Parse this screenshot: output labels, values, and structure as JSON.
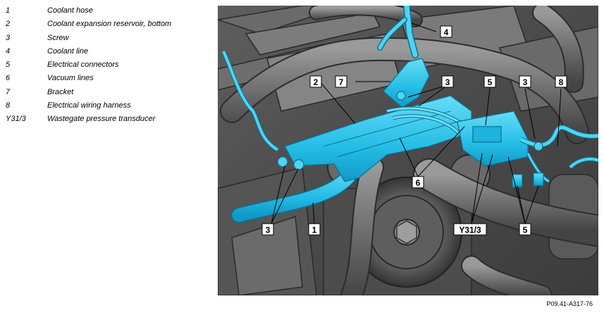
{
  "legend": [
    {
      "num": "1",
      "text": "Coolant hose"
    },
    {
      "num": "2",
      "text": "Coolant expansion reservoir, bottom"
    },
    {
      "num": "3",
      "text": "Screw"
    },
    {
      "num": "4",
      "text": "Coolant line"
    },
    {
      "num": "5",
      "text": "Electrical connectors"
    },
    {
      "num": "6",
      "text": "Vacuum lines"
    },
    {
      "num": "7",
      "text": "Bracket"
    },
    {
      "num": "8",
      "text": "Electrical wiring harness"
    },
    {
      "num": "Y31/3",
      "text": "Wastegate pressure transducer"
    }
  ],
  "callouts": {
    "c1": "1",
    "c2": "2",
    "c3a": "3",
    "c3b": "3",
    "c3c": "3",
    "c4": "4",
    "c5a": "5",
    "c5b": "5",
    "c6": "6",
    "c7": "7",
    "c8": "8",
    "cy": "Y31/3"
  },
  "figure_code": "P09.41-A317-76",
  "colors": {
    "highlight": "#2ec8ee",
    "engine": "#7a7a7a",
    "background": "#ffffff"
  }
}
